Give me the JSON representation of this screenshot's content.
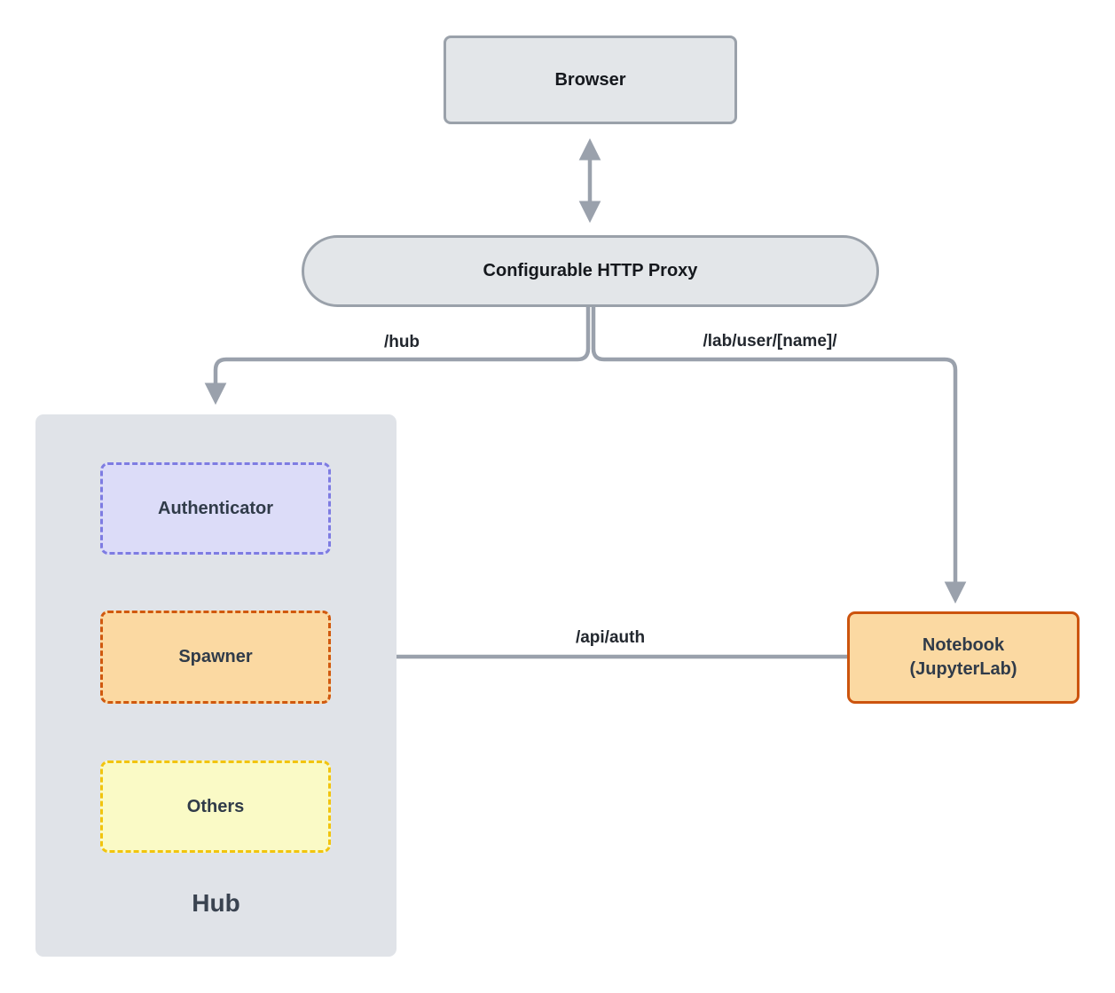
{
  "nodes": {
    "browser": {
      "label": "Browser"
    },
    "proxy": {
      "label": "Configurable HTTP Proxy"
    },
    "hub": {
      "label": "Hub"
    },
    "authenticator": {
      "label": "Authenticator"
    },
    "spawner": {
      "label": "Spawner"
    },
    "others": {
      "label": "Others"
    },
    "notebook": {
      "label": "Notebook",
      "sublabel": "(JupyterLab)"
    }
  },
  "edges": {
    "browser_proxy": {
      "label": "",
      "direction": "bidirectional"
    },
    "proxy_to_hub": {
      "label": "/hub"
    },
    "proxy_to_notebook": {
      "label": "/lab/user/[name]/"
    },
    "notebook_to_spawner": {
      "label": "/api/auth"
    }
  },
  "colors": {
    "edge_stroke": "#9aa1ac",
    "gray_node_fill": "#e3e6e9",
    "gray_node_border": "#9aa1aa",
    "hub_container_fill": "#e0e3e8",
    "authenticator_fill": "#dcdcf8",
    "authenticator_border": "#7e7ce2",
    "orange_fill": "#fbd9a2",
    "spawner_border": "#d0590e",
    "notebook_border": "#cc540e",
    "others_fill": "#fafac6",
    "others_border": "#f2c40e",
    "node_text": "#303b49",
    "edge_label_text": "#22272e"
  }
}
